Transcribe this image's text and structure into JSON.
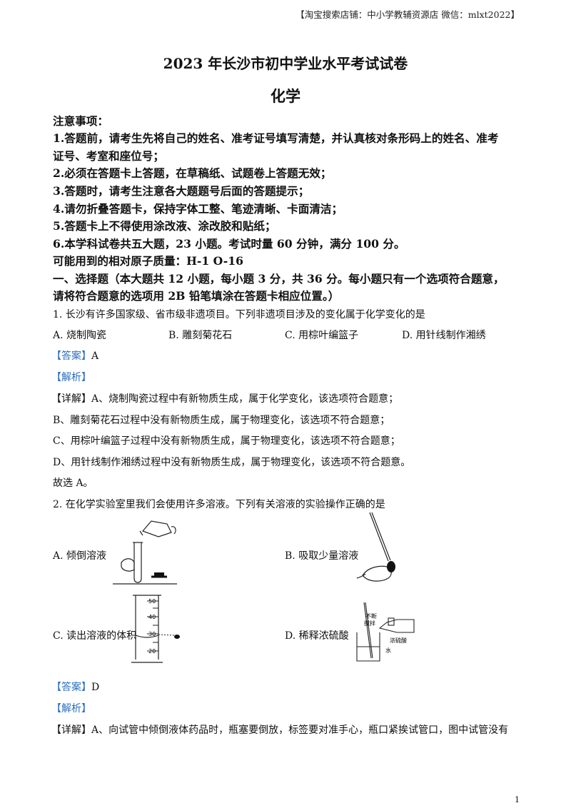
{
  "watermark": "【淘宝搜索店铺：中小学教辅资源店  微信：mlxt2022】",
  "title": "2023  年长沙市初中学业水平考试试卷",
  "subject": "化学",
  "notes": {
    "heading": "注意事项：",
    "items": [
      "1.答题前，请考生先将自己的姓名、准考证号填写清楚，并认真核对条形码上的姓名、准考",
      "证号、考室和座位号；",
      "2.必须在答题卡上答题，在草稿纸、试题卷上答题无效；",
      "3.答题时，请考生注意各大题题号后面的答题提示；",
      "4.请勿折叠答题卡，保持字体工整、笔迹清晰、卡面清洁；",
      "5.答题卡上不得使用涂改液、涂改胶和贴纸；",
      "6.本学科试卷共五大题，23  小题。考试时量  60  分钟，满分  100  分。"
    ],
    "atomic_mass": "可能用到的相对原子质量：H-1    O-16"
  },
  "section": {
    "line1": "一、选择题（本大题共  12  小题，每小题  3  分，共  36  分。每小题只有一个选项符合题意，",
    "line2": "请将符合题意的选项用  2B  铅笔填涂在答题卡相应位置。）"
  },
  "q1": {
    "stem": "1.  长沙有许多国家级、省市级非遗项目。下列非遗项目涉及的变化属于化学变化的是",
    "options": [
      "A.  烧制陶瓷",
      "B.  雕刻菊花石",
      "C.  用棕叶编篮子",
      "D.  用针线制作湘绣"
    ],
    "answer_label": "【答案】",
    "answer": "A",
    "analysis_label": "【解析】",
    "detail": [
      "【详解】A、烧制陶瓷过程中有新物质生成，属于化学变化，该选项符合题意；",
      "B、雕刻菊花石过程中没有新物质生成，属于物理变化，该选项不符合题意；",
      "C、用棕叶编篮子过程中没有新物质生成，属于物理变化，该选项不符合题意；",
      "D、用针线制作湘绣过程中没有新物质生成，属于物理变化，该选项不符合题意。",
      "故选 A。"
    ]
  },
  "q2": {
    "stem": "2.  在化学实验室里我们会使用许多溶液。下列有关溶液的实验操作正确的是",
    "options": [
      "A.  倾倒溶液",
      "B.  吸取少量溶液",
      "C.  读出溶液的体积",
      "D.  稀释浓硫酸"
    ],
    "cylinder_ticks": [
      "50",
      "40",
      "30",
      "20"
    ],
    "labels_d": [
      "不断",
      "搅拌",
      "浓硫酸",
      "水"
    ],
    "answer_label": "【答案】",
    "answer": "D",
    "analysis_label": "【解析】",
    "detail": "【详解】A、向试管中倾倒液体药品时，瓶塞要倒放，标签要对准手心，瓶口紧挨试管口，图中试管没有"
  },
  "page_number": "1"
}
